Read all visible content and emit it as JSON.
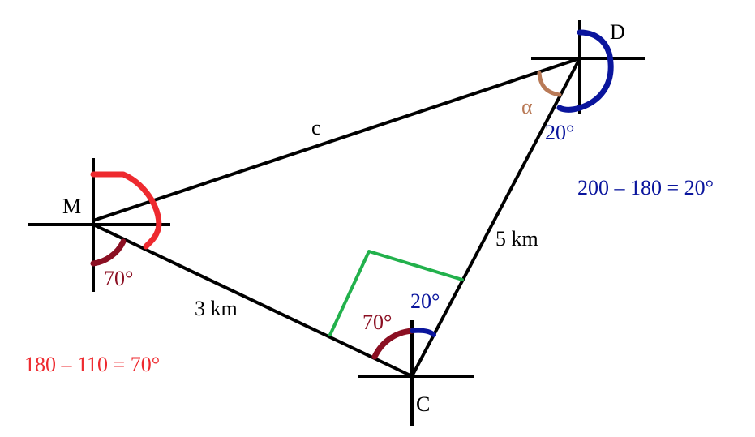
{
  "points": {
    "M": "M",
    "D": "D",
    "C": "C"
  },
  "sides": {
    "MD": "c",
    "MC": "3 km",
    "CD": "5 km"
  },
  "angles": {
    "M": "70°",
    "C_lower": "70°",
    "C_upper": "20°",
    "D_lower": "20°",
    "D_alpha": "α"
  },
  "equations": {
    "red": "180 – 110 = 70°",
    "blue": "200 – 180 = 20°"
  },
  "colors": {
    "red": "#ee2a2f",
    "darkred": "#8b0f22",
    "blue": "#0a159d",
    "green": "#22b14c",
    "brown": "#b97a57",
    "black": "#000000"
  }
}
